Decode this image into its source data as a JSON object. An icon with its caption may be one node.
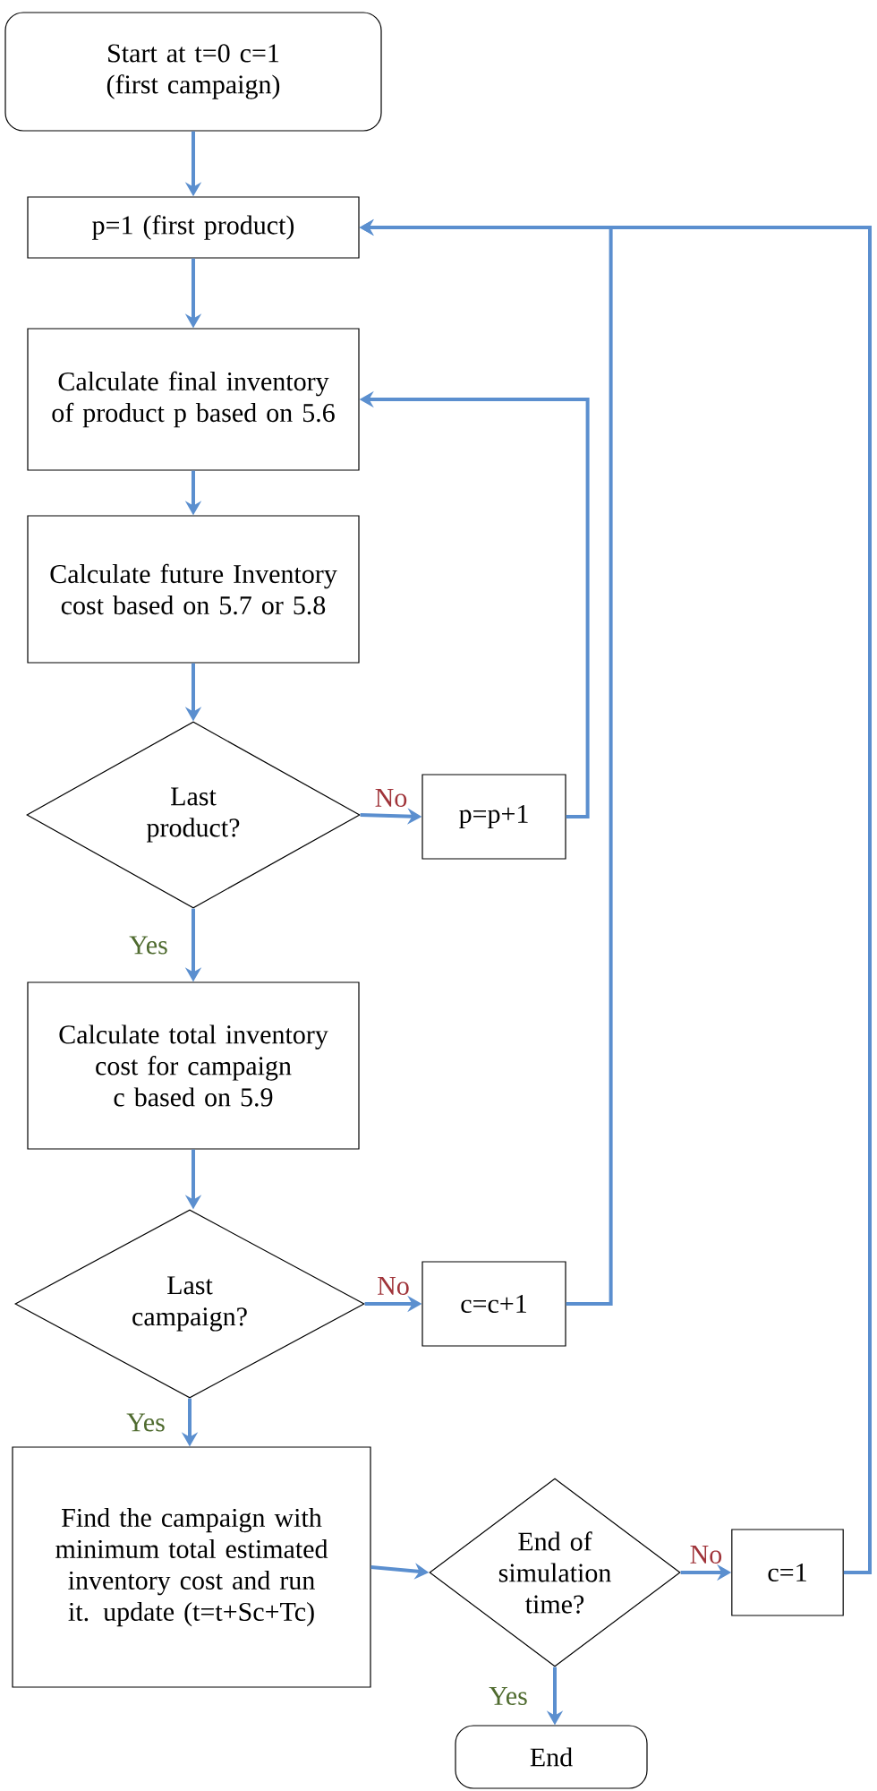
{
  "diagram": {
    "nodes": [
      {
        "text": [
          "Start at t=0 c=1 (first campaign)"
        ]
      },
      {
        "text": [
          "p=1 (first product)"
        ]
      },
      {
        "text": [
          "Calculate final inventory of product p based on 5.6"
        ]
      },
      {
        "text": [
          "Calculate future Inventory cost based on 5.7 or 5.8"
        ]
      },
      {
        "text": [
          "Last product?"
        ]
      },
      {
        "text": [
          "p=p+1"
        ]
      },
      {
        "text": [
          "Calculate total inventory cost for campaign c based on 5.9"
        ]
      },
      {
        "text": [
          "Last campaign?"
        ]
      },
      {
        "text": [
          "c=c+1"
        ]
      },
      {
        "text": [
          "Find the campaign with minimum total estimated inventory cost and run it. update (t=t+Sc+Tc)"
        ]
      },
      {
        "text": [
          "End of simulation time?"
        ]
      },
      {
        "text": [
          "c=1"
        ]
      },
      {
        "text": [
          "End"
        ]
      }
    ],
    "edges": [
      {
        "from": 0,
        "to": 1,
        "arrow": "to"
      },
      {
        "from": 1,
        "to": 2,
        "arrow": "to"
      },
      {
        "from": 2,
        "to": 3,
        "arrow": "to"
      },
      {
        "from": 3,
        "to": 4,
        "arrow": "to"
      },
      {
        "from": 4,
        "to": 5,
        "arrow": "to",
        "label": "No"
      },
      {
        "from": 5,
        "to": 2,
        "arrow": "to"
      },
      {
        "from": 4,
        "to": 6,
        "arrow": "to",
        "label": "Yes"
      },
      {
        "from": 6,
        "to": 7,
        "arrow": "to"
      },
      {
        "from": 7,
        "to": 8,
        "arrow": "to",
        "label": "No"
      },
      {
        "from": 8,
        "to": 1,
        "arrow": "to"
      },
      {
        "from": 7,
        "to": 9,
        "arrow": "to",
        "label": "Yes"
      },
      {
        "from": 9,
        "to": 10,
        "arrow": "to"
      },
      {
        "from": 10,
        "to": 11,
        "arrow": "to",
        "label": "No"
      },
      {
        "from": 11,
        "to": 1,
        "arrow": "to"
      },
      {
        "from": 10,
        "to": 12,
        "arrow": "to",
        "label": "Yes"
      }
    ]
  }
}
